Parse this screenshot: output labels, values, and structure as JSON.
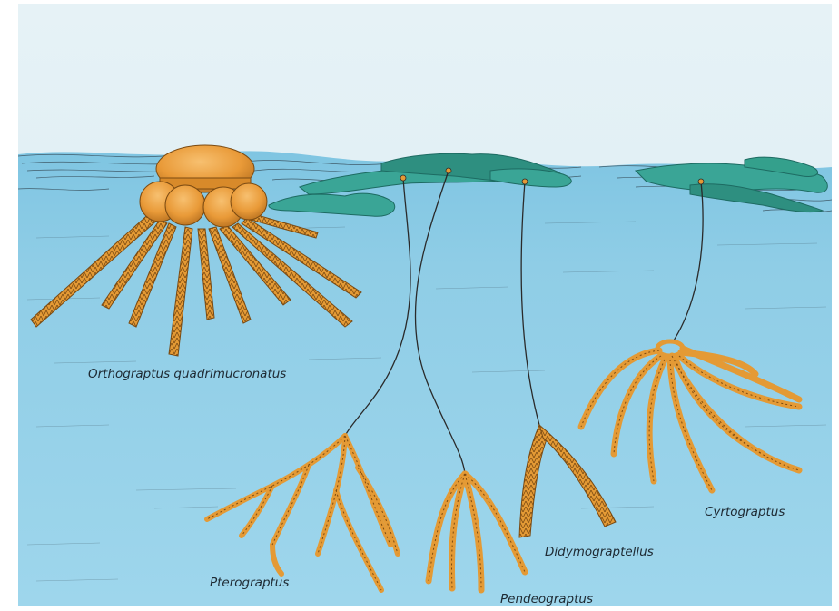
{
  "illustration": {
    "labels": {
      "orthograptus": "Orthograptus quadrimucronatus",
      "pterograptus": "Pterograptus",
      "pendeograptus": "Pendeograptus",
      "didymograptellus": "Didymograptellus",
      "cyrtograptus": "Cyrtograptus"
    },
    "colors": {
      "sky": "#dcedf3",
      "water": "#8fcde6",
      "water_deep": "#9dd5ec",
      "graptolite": "#e49a35",
      "graptolite_dark": "#7a4a12",
      "float_bubble": "#eda140",
      "seaweed": "#3aa596",
      "seaweed_dark": "#1d6b62",
      "wave_lines": "#2b3a44",
      "label_text": "#1e2a33"
    }
  }
}
